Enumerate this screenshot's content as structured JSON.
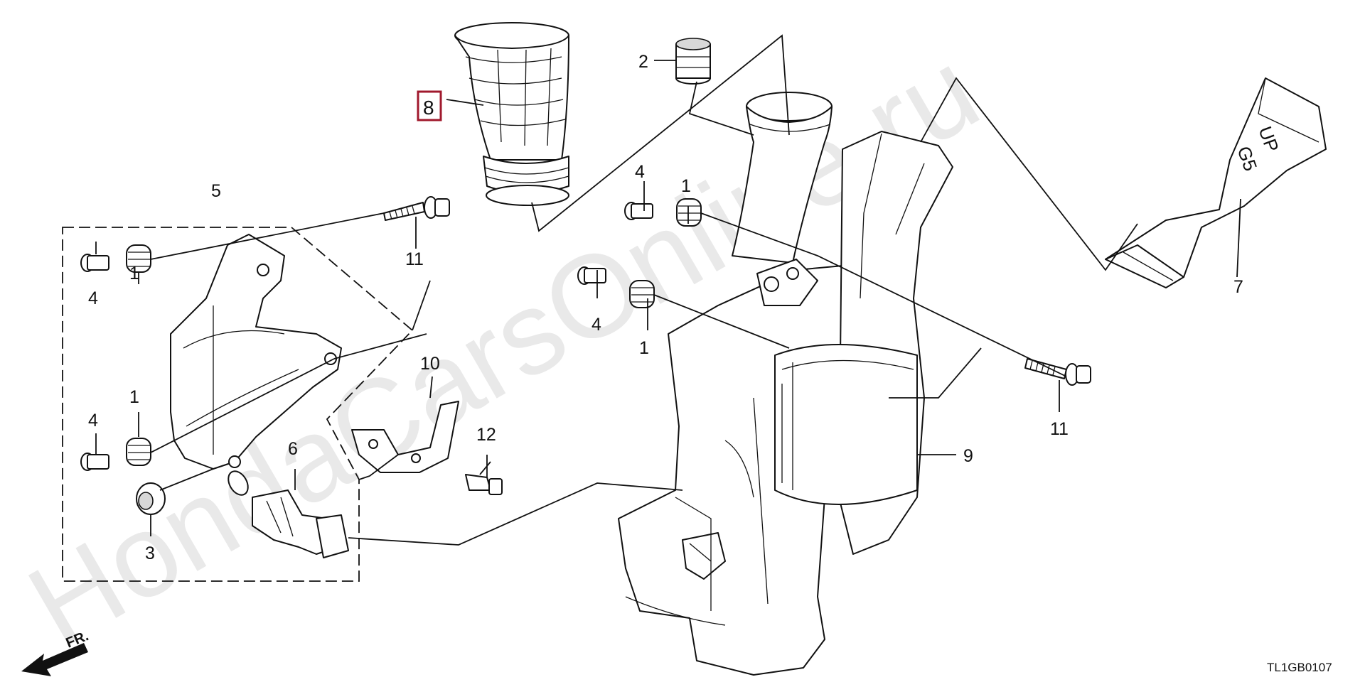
{
  "watermark": "HondaCarsOnline.ru",
  "diagram_code": "TL1GB0107",
  "front_indicator": "FR.",
  "emblem_up": "UP",
  "emblem_g5": "G5",
  "labels": {
    "p1a": "1",
    "p1b": "1",
    "p1c": "1",
    "p1d": "1",
    "p2": "2",
    "p3": "3",
    "p4a": "4",
    "p4b": "4",
    "p4c": "4",
    "p4d": "4",
    "p5": "5",
    "p6": "6",
    "p7": "7",
    "p8": "8",
    "p9": "9",
    "p10": "10",
    "p11a": "11",
    "p11b": "11",
    "p12": "12"
  },
  "highlight_color": "#a0192d"
}
